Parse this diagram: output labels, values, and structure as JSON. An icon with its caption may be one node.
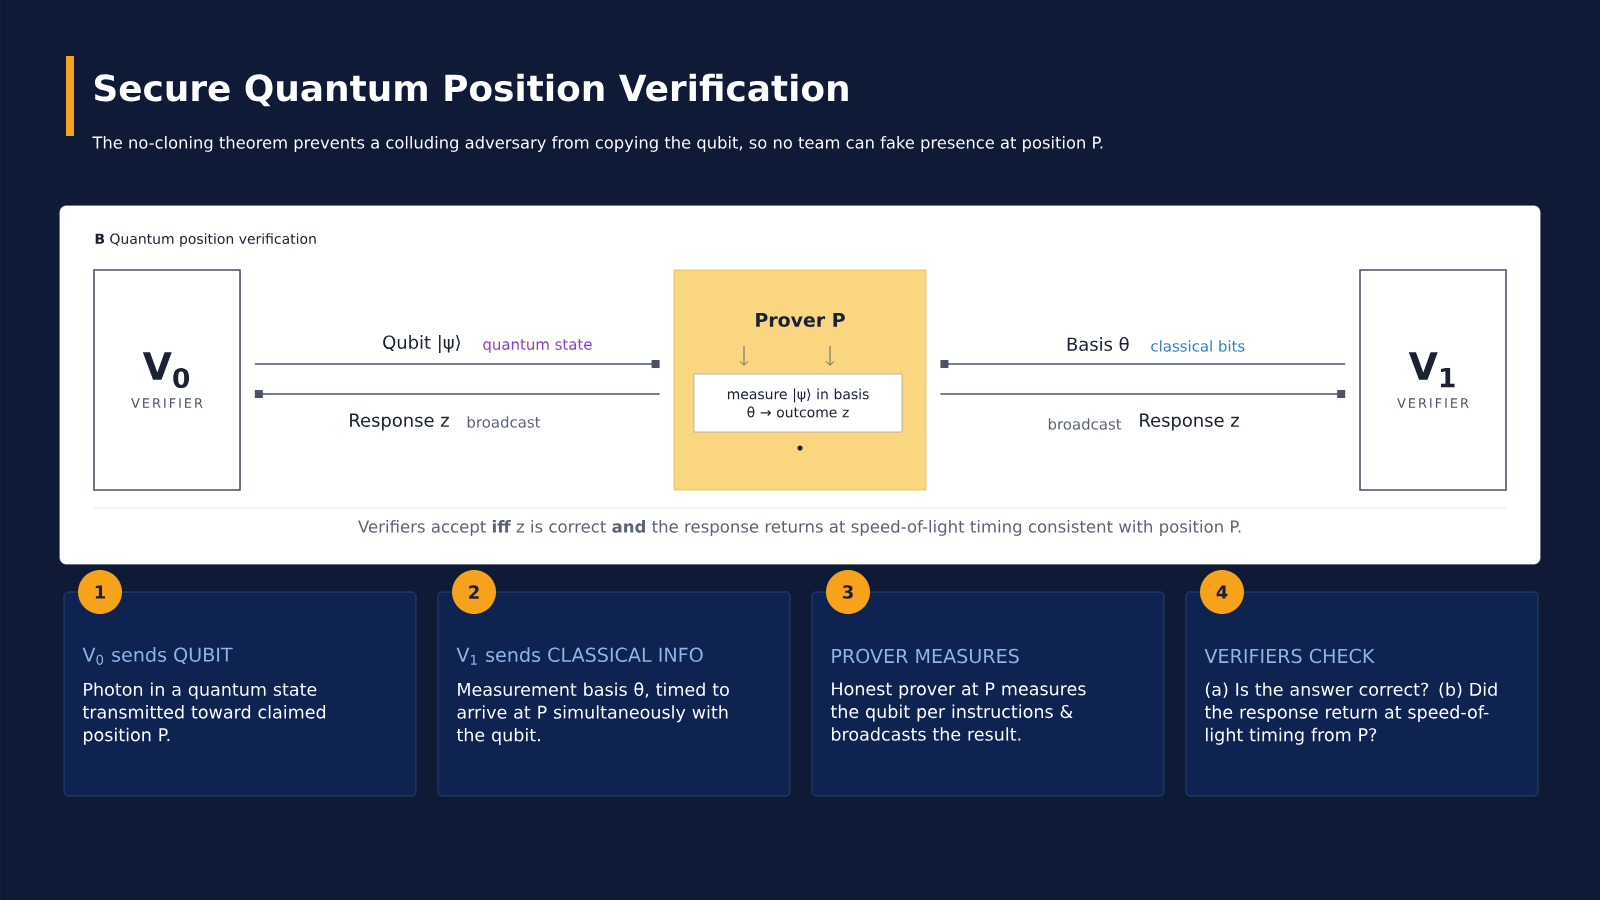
{
  "diagram": {
    "title": "Secure Quantum Position Verification",
    "caption": "The no-cloning theorem prevents a colluding adversary from copying the qubit, so no team can fake presence at position P.",
    "nodes": [
      {
        "text": [
          "**B** Quantum position verification",
          "Verifiers accept **iff** z is correct **and** the response returns at speed-of-light timing consistent with position P."
        ]
      },
      {
        "text": [
          "V$_{0}$",
          "VERIFIER"
        ],
        "in": 0
      },
      {
        "text": [
          "Prover P"
        ],
        "in": 0
      },
      {
        "text": [
          "measure |ψ⟩ in basis θ → outcome z"
        ],
        "in": 2
      },
      {
        "text": [
          "V$_{1}$",
          "VERIFIER"
        ],
        "in": 0
      },
      {
        "text": [
          "1"
        ]
      },
      {
        "text": [
          "V$_{0}$ sends QUBIT",
          "Photon in a quantum state transmitted toward claimed position P."
        ]
      },
      {
        "text": [
          "2"
        ]
      },
      {
        "text": [
          "V$_{1}$ sends CLASSICAL INFO",
          "Measurement basis θ, timed to arrive at P simultaneously with the qubit."
        ]
      },
      {
        "text": [
          "3"
        ]
      },
      {
        "text": [
          "PROVER MEASURES",
          "Honest prover at P measures the qubit per instructions & broadcasts the result."
        ]
      },
      {
        "text": [
          "4"
        ]
      },
      {
        "text": [
          "VERIFIERS CHECK",
          "(a) Is the answer correct? (b) Did the response return at speed-of-light timing from P?"
        ]
      }
    ],
    "edges": [
      {
        "from": 1,
        "to": 2,
        "arrow": "other",
        "label": "Qubit |ψ⟩"
      },
      {
        "from": 2,
        "to": 1,
        "arrow": "other",
        "label": "Response z"
      },
      {
        "from": 4,
        "to": 2,
        "arrow": "other",
        "label": "Basis θ"
      },
      {
        "from": 2,
        "to": 4,
        "arrow": "other",
        "label": "Response z"
      }
    ],
    "labels": [
      "quantum state",
      "broadcast",
      "classical bits",
      "broadcast"
    ]
  }
}
